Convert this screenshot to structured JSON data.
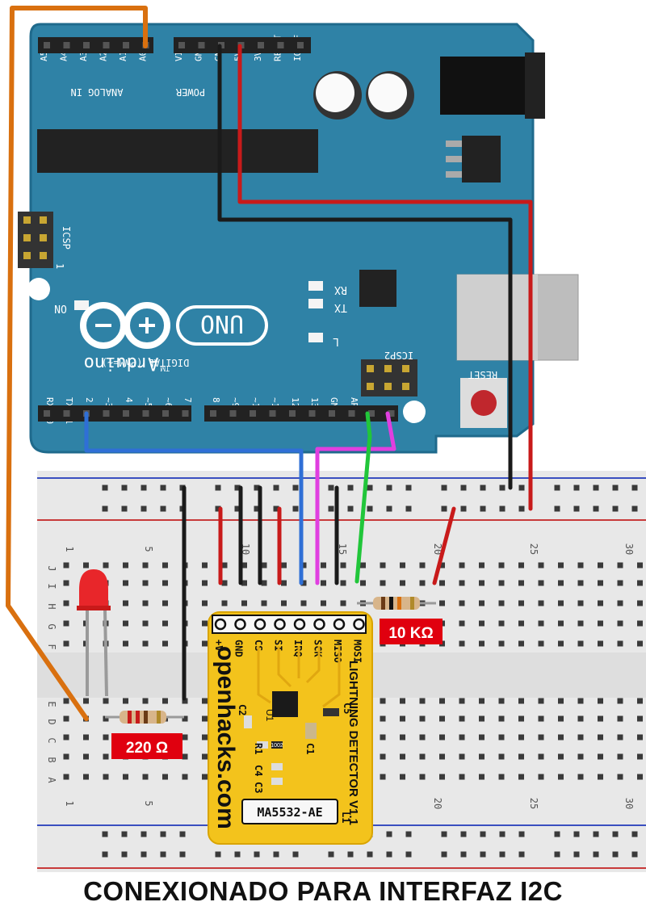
{
  "board": {
    "analog_header": [
      "A5",
      "A4",
      "A3",
      "A2",
      "A1",
      "A0"
    ],
    "analog_label": "ANALOG IN",
    "power_header": [
      "VIN",
      "GND",
      "GND",
      "5V",
      "3V3",
      "RESET",
      "IOREF"
    ],
    "power_label": "POWER",
    "brand": "Arduino",
    "tm": "TM",
    "model": "UNO",
    "icsp": "ICSP",
    "icsp_one": "1",
    "icsp2": "ICSP2",
    "on_label": "ON",
    "rx": "RX",
    "tx": "TX",
    "l": "L",
    "reset": "RESET",
    "digital_label": "DIGITAL (PWM=~)",
    "digital_pins": [
      "RX0◄0",
      "TX0►1",
      "2",
      "~3",
      "4",
      "~5",
      "~6",
      "7",
      "8",
      "~9",
      "~10",
      "~11",
      "12",
      "13",
      "GND",
      "AREF"
    ]
  },
  "breadboard": {
    "col_numbers": [
      "1",
      "5",
      "10",
      "15",
      "20",
      "25",
      "30"
    ],
    "row_letters_top": [
      "J",
      "I",
      "H",
      "G",
      "F"
    ],
    "row_letters_bottom": [
      "E",
      "D",
      "C",
      "B",
      "A"
    ]
  },
  "module": {
    "pins": [
      "+V",
      "GND",
      "CS",
      "SI",
      "IRQ",
      "SCK",
      "MISO",
      "MOSI"
    ],
    "brand": "openhacks.com",
    "product": "LIGHTNING DETECTOR V1.1",
    "chip": "MA5532-AE",
    "chip_label": "U1",
    "part_labels": [
      "C5",
      "C2",
      "C1",
      "R1",
      "C4",
      "C3",
      "L1"
    ],
    "resistor_code": "1002"
  },
  "labels": {
    "r1": "220 Ω",
    "r2": "10 KΩ"
  },
  "caption": "CONEXIONADO PARA INTERFAZ I2C",
  "colors": {
    "board": "#2f82a6",
    "board_edge": "#1f6a8c",
    "breadboard": "#e6e6e6",
    "module": "#f3c31c",
    "wire_orange": "#d9700f",
    "wire_black": "#1a1a1a",
    "wire_red": "#c81a1a",
    "wire_blue": "#2f6fd6",
    "wire_magenta": "#e03fe0",
    "wire_green": "#21c63a",
    "tag_red": "#e0000f"
  }
}
